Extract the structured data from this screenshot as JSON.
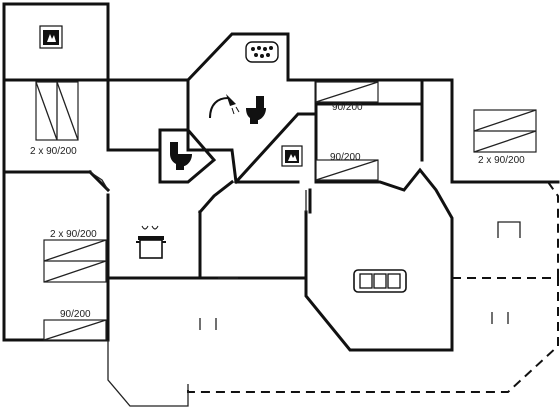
{
  "labels": {
    "bed_left_top": "2 x 90/200",
    "bed_left_mid": "2 x 90/200",
    "bed_left_bottom": "90/200",
    "bed_center_top": "90/200",
    "bed_center_mid": "90/200",
    "bed_right": "2 x 90/200"
  },
  "icons": {
    "fireplace_top": "fireplace-icon",
    "shower": "shower-icon",
    "toilet_bathroom": "toilet-icon",
    "toilet_small": "toilet-icon",
    "whirlpool": "whirlpool-icon",
    "fireplace_center": "fireplace-icon",
    "cooking_pot": "cooking-pot-icon",
    "sofa": "sofa-icon"
  }
}
